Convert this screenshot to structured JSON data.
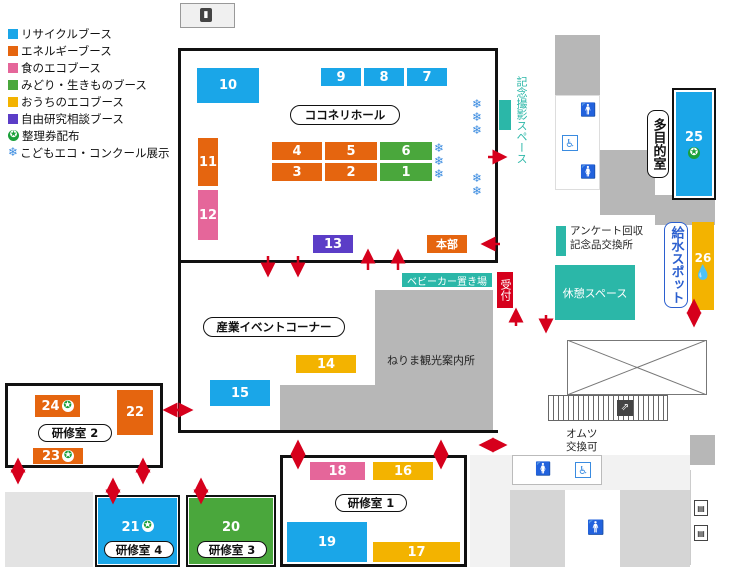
{
  "legend": [
    {
      "label": "リサイクルブース",
      "color": "#1aa6e8"
    },
    {
      "label": "エネルギーブース",
      "color": "#e5650f"
    },
    {
      "label": "食のエコブース",
      "color": "#e5669a"
    },
    {
      "label": "みどり・生きものブース",
      "color": "#4aa73c"
    },
    {
      "label": "おうちのエコブース",
      "color": "#f3b300"
    },
    {
      "label": "自由研究相談ブース",
      "color": "#5b3dc7"
    },
    {
      "label": "整理券配布",
      "color": "#1aa03a"
    },
    {
      "label": "こどもエコ・コンクール展示",
      "color": "#3a8be0"
    }
  ],
  "rooms": {
    "hall": "ココネリホール",
    "event": "産業イベントコーナー",
    "kenshu1": "研修室 1",
    "kenshu2": "研修室 2",
    "kenshu3": "研修室 3",
    "kenshu4": "研修室 4",
    "tamokuteki": "多目的室",
    "kinen": "記念撮影スペース",
    "survey": "アンケート回収\n記念品交換所",
    "kyukei": "休憩スペース",
    "baby": "ベビーカー置き場",
    "uketsuke": "受付",
    "honbu": "本部",
    "kyusui": "給水スポット",
    "nerima": "ねりま観光案内所",
    "omutsu": "オムツ\n交換可"
  },
  "booths": {
    "b1": "1",
    "b2": "2",
    "b3": "3",
    "b4": "4",
    "b5": "5",
    "b6": "6",
    "b7": "7",
    "b8": "8",
    "b9": "9",
    "b10": "10",
    "b11": "11",
    "b12": "12",
    "b13": "13",
    "b14": "14",
    "b15": "15",
    "b16": "16",
    "b17": "17",
    "b18": "18",
    "b19": "19",
    "b20": "20",
    "b21": "21",
    "b22": "22",
    "b23": "23",
    "b24": "24",
    "b25": "25",
    "b26": "26"
  },
  "chart_data": {
    "type": "table",
    "legend_entries": [
      "リサイクルブース",
      "エネルギーブース",
      "食のエコブース",
      "みどり・生きものブース",
      "おうちのエコブース",
      "自由研究相談ブース",
      "整理券配布",
      "こどもエコ・コンクール展示"
    ],
    "booths_by_category": {
      "リサイクルブース": [
        "7",
        "8",
        "9",
        "10",
        "15",
        "19",
        "21",
        "25"
      ],
      "エネルギーブース": [
        "2",
        "3",
        "4",
        "5",
        "11",
        "22",
        "23",
        "24"
      ],
      "食のエコブース": [
        "12",
        "18"
      ],
      "みどり・生きものブース": [
        "1",
        "6",
        "20"
      ],
      "おうちのエコブース": [
        "14",
        "16",
        "17",
        "26"
      ],
      "自由研究相談ブース": [
        "13"
      ]
    },
    "ticket_booths": [
      "21",
      "23",
      "24",
      "25"
    ]
  }
}
